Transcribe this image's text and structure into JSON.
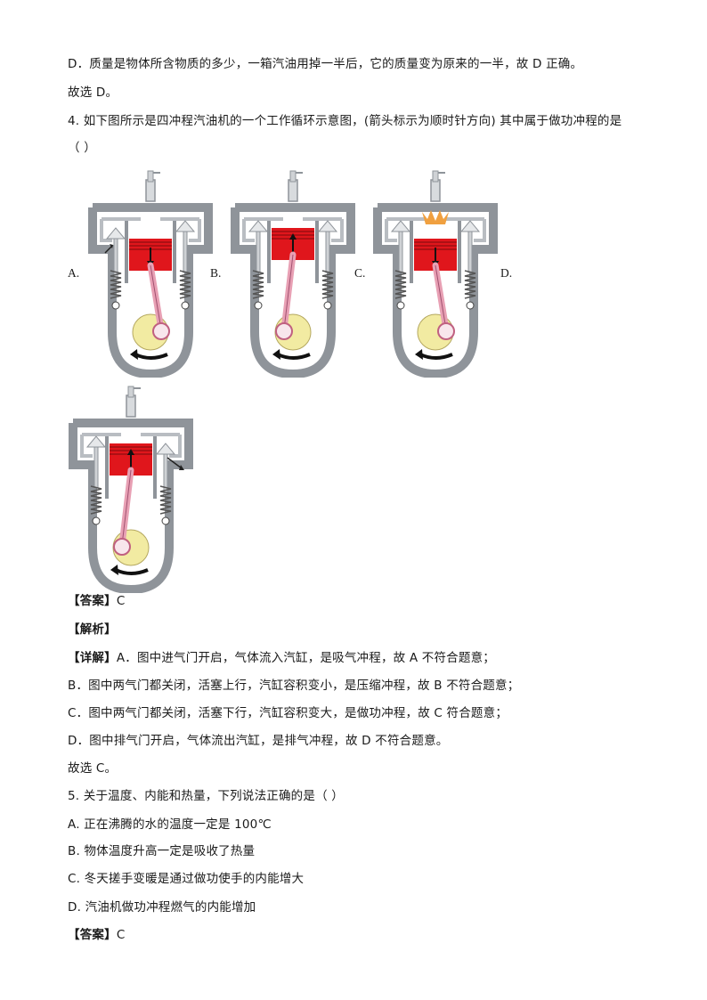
{
  "prev": {
    "line_d": "D．质量是物体所含物质的多少，一箱汽油用掉一半后，它的质量变为原来的一半，故 D 正确。",
    "choose": "故选 D。"
  },
  "q4": {
    "stem": "4. 如下图所示是四冲程汽油机的一个工作循环示意图，(箭头标示为顺时针方向) 其中属于做功冲程的是",
    "blank": "（      ）",
    "labels": [
      "A.",
      "B.",
      "C.",
      "D."
    ],
    "answer_tag": "【答案】",
    "answer": "C",
    "analysis_tag": "【解析】",
    "detail_tag": "【详解】",
    "detail_a": "A．图中进气门开启，气体流入汽缸，是吸气冲程，故 A 不符合题意；",
    "detail_b": "B．图中两气门都关闭，活塞上行，汽缸容积变小，是压缩冲程，故 B 不符合题意；",
    "detail_c": "C．图中两气门都关闭，活塞下行，汽缸容积变大，是做功冲程，故 C 符合题意；",
    "detail_d": "D．图中排气门开启，气体流出汽缸，是排气冲程，故 D 不符合题意。",
    "choose": "故选 C。"
  },
  "q5": {
    "stem": "5. 关于温度、内能和热量，下列说法正确的是（    ）",
    "option_a": "A.  正在沸腾的水的温度一定是 100℃",
    "option_b": "B.  物体温度升高一定是吸收了热量",
    "option_c": "C.  冬天搓手变暖是通过做功使手的内能增大",
    "option_d": "D.  汽油机做功冲程燃气的内能增加",
    "answer_tag": "【答案】",
    "answer": "C"
  },
  "colors": {
    "piston": "#e0161c",
    "engine_gray": "#8f949a",
    "rod_pink": "#e8a0b4",
    "flywheel": "#f2eba2",
    "spark": "#f0a040"
  },
  "engine_states": [
    {
      "stroke": "intake",
      "intake_open": true,
      "exhaust_open": false,
      "piston": "down",
      "spark": false
    },
    {
      "stroke": "compression",
      "intake_open": false,
      "exhaust_open": false,
      "piston": "up",
      "spark": false
    },
    {
      "stroke": "power",
      "intake_open": false,
      "exhaust_open": false,
      "piston": "down",
      "spark": true
    },
    {
      "stroke": "exhaust",
      "intake_open": false,
      "exhaust_open": true,
      "piston": "up",
      "spark": false
    }
  ]
}
